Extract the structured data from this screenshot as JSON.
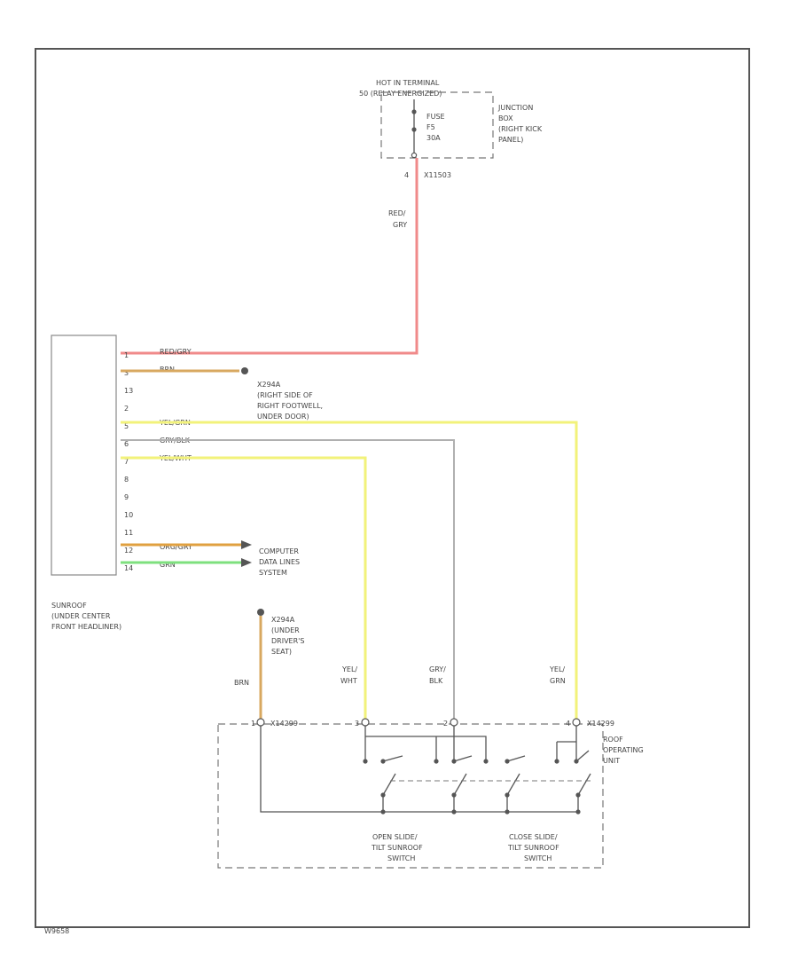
{
  "colors": {
    "red_gry": "#f08a8a",
    "brn": "#d8a860",
    "yel": "#f2f27a",
    "gry": "#b0b0b0",
    "grn": "#7ee07e",
    "org": "#e0a040",
    "line": "#555555",
    "background": "#ffffff"
  },
  "power": {
    "header_line1": "HOT IN TERMINAL",
    "header_line2": "50 (RELAY ENERGIZED)",
    "fuse_line1": "FUSE",
    "fuse_line2": "F5",
    "fuse_line3": "30A",
    "junction_line1": "JUNCTION",
    "junction_line2": "BOX",
    "junction_line3": "(RIGHT KICK",
    "junction_line4": "PANEL)",
    "pin": "4",
    "connector": "X11503"
  },
  "wires": {
    "red_gry_label1": "RED/",
    "red_gry_label2": "GRY",
    "sunroof_pins": [
      {
        "pin": "1",
        "wire": "RED/GRY"
      },
      {
        "pin": "3",
        "wire": "BRN"
      },
      {
        "pin": "13",
        "wire": ""
      },
      {
        "pin": "2",
        "wire": ""
      },
      {
        "pin": "5",
        "wire": "YEL/GRN"
      },
      {
        "pin": "6",
        "wire": "GRY/BLK"
      },
      {
        "pin": "7",
        "wire": "YEL/WHT"
      },
      {
        "pin": "8",
        "wire": ""
      },
      {
        "pin": "9",
        "wire": ""
      },
      {
        "pin": "10",
        "wire": ""
      },
      {
        "pin": "11",
        "wire": ""
      },
      {
        "pin": "12",
        "wire": "ORG/GRY"
      },
      {
        "pin": "14",
        "wire": "GRN"
      }
    ]
  },
  "ground1": {
    "line1": "X294A",
    "line2": "(RIGHT SIDE OF",
    "line3": "RIGHT FOOTWELL,",
    "line4": "UNDER DOOR)"
  },
  "computer": {
    "line1": "COMPUTER",
    "line2": "DATA LINES",
    "line3": "SYSTEM"
  },
  "sunroof": {
    "line1": "SUNROOF",
    "line2": "(UNDER CENTER",
    "line3": "FRONT HEADLINER)"
  },
  "ground2": {
    "line1": "X294A",
    "line2": "(UNDER",
    "line3": "DRIVER'S",
    "line4": "SEAT)",
    "wire_label": "BRN"
  },
  "switch_unit": {
    "wire_yel_wht1": "YEL/",
    "wire_yel_wht2": "WHT",
    "wire_gry_blk1": "GRY/",
    "wire_gry_blk2": "BLK",
    "wire_yel_grn1": "YEL/",
    "wire_yel_grn2": "GRN",
    "pin_left": "1",
    "connector_left": "X14299",
    "pin_a": "3",
    "pin_b": "2",
    "pin_c": "4",
    "connector_right": "X14299",
    "roof_line1": "ROOF",
    "roof_line2": "OPERATING",
    "roof_line3": "UNIT",
    "open_line1": "OPEN SLIDE/",
    "open_line2": "TILT SUNROOF",
    "open_line3": "SWITCH",
    "close_line1": "CLOSE SLIDE/",
    "close_line2": "TILT SUNROOF",
    "close_line3": "SWITCH"
  },
  "footer": {
    "code": "W9658"
  }
}
